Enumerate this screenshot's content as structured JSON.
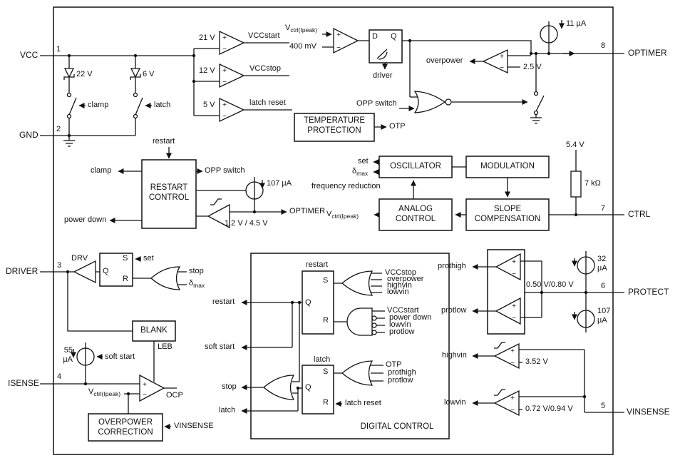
{
  "pins": {
    "vcc": {
      "label": "VCC",
      "number": "1"
    },
    "gnd": {
      "label": "GND",
      "number": "2"
    },
    "driver": {
      "label": "DRIVER",
      "number": "3"
    },
    "isense": {
      "label": "ISENSE",
      "number": "4"
    },
    "vinsense": {
      "label": "VINSENSE",
      "number": "5"
    },
    "protect": {
      "label": "PROTECT",
      "number": "6"
    },
    "ctrl": {
      "label": "CTRL",
      "number": "7"
    },
    "optimer": {
      "label": "OPTIMER",
      "number": "8"
    }
  },
  "blocks": {
    "temperature_protection": "TEMPERATURE\nPROTECTION",
    "restart_control": "RESTART\nCONTROL",
    "oscillator": "OSCILLATOR",
    "modulation": "MODULATION",
    "analog_control": "ANALOG\nCONTROL",
    "slope_compensation": "SLOPE\nCOMPENSATION",
    "blank": "BLANK",
    "overpower_correction": "OVERPOWER\nCORRECTION",
    "digital_control": "DIGITAL CONTROL"
  },
  "dff": {
    "d": "D",
    "q": "Q"
  },
  "srlatch": {
    "s": "S",
    "q": "Q",
    "r": "R"
  },
  "sym": {
    "plus": "+",
    "minus": "−"
  },
  "sub": {
    "v": "V",
    "v_sub": "ctrl(Ipeak)",
    "delta": "δ",
    "delta_sub": "max"
  },
  "labels": {
    "ref_21v": "21 V",
    "ref_12v": "12 V",
    "ref_5v": "5 V",
    "vccstart": "VCCstart",
    "vccstop": "VCCstop",
    "latch_reset": "latch reset",
    "ref_400mv": "400 mV",
    "driver_sym": "driver",
    "i_11ua": "11 µA",
    "overpower": "overpower",
    "ref_2v5": "2.5 V",
    "opp_switch_in": "OPP switch",
    "zener_22v": "22 V",
    "zener_6v": "6 V",
    "sw_clamp": "clamp",
    "sw_latch": "latch",
    "otp_out": "OTP",
    "restart_in": "restart",
    "clamp_out": "clamp",
    "opp_switch_out": "OPP switch",
    "i_107ua": "107 µA",
    "optimer_net": "OPTIMER",
    "ref_1v2_4v5": "1.2 V / 4.5 V",
    "power_down": "power down",
    "osc_set": "set",
    "freq_reduction": "frequency reduction",
    "ref_5v4": "5.4 V",
    "res_7k": "7 kΩ",
    "drv": "DRV",
    "drv_set": "set",
    "drv_stop": "stop",
    "leb": "LEB",
    "i_55ua": "55\nµA",
    "soft_start_in": "soft start",
    "ocp": "OCP",
    "vinsense_in": "VINSENSE",
    "dc_restart_title": "restart",
    "dc_vccstop": "VCCstop",
    "dc_overpower": "overpower",
    "dc_highvin": "highvin",
    "dc_lowvin": "lowvin",
    "dc_vccstart": "VCCstart",
    "dc_power_down": "power down",
    "dc_lowvin2": "lowvin",
    "dc_protlow": "protlow",
    "restart_out": "restart",
    "soft_start_out": "soft start",
    "dc_latch_title": "latch",
    "dc_otp": "OTP",
    "dc_prothigh": "prothigh",
    "dc_protlow2": "protlow",
    "latch_reset_in": "latch reset",
    "stop_out": "stop",
    "latch_out": "latch",
    "prothigh_out": "prothigh",
    "protlow_out": "protlow",
    "ref_0v5_0v8": "0.50 V/0.80 V",
    "i_32ua": "32\nµA",
    "i_107ua_r": "107\nµA",
    "highvin_out": "highvin",
    "ref_3v52": "3.52 V",
    "lowvin_out": "lowvin",
    "ref_0v72_0v94": "0.72 V/0.94 V"
  }
}
